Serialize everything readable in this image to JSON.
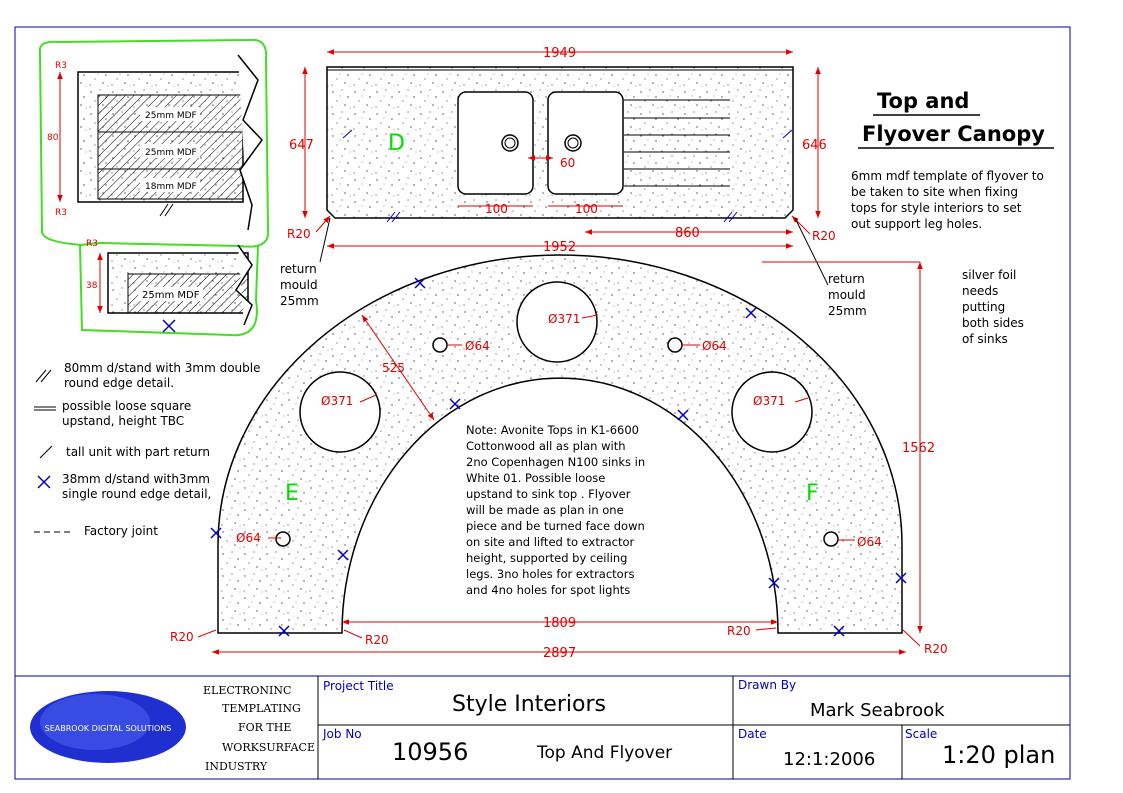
{
  "title": {
    "line1": "Top and",
    "line2": "Flyover Canopy"
  },
  "template_note": [
    "6mm mdf template of flyover to",
    "be taken to site when fixing",
    "tops for style interiors to set",
    "out support leg holes."
  ],
  "foil_note": [
    "silver foil",
    "needs",
    "putting",
    "both sides",
    "of sinks"
  ],
  "return_mould_left": [
    "return",
    "mould",
    "25mm"
  ],
  "return_mould_right": [
    "return",
    "mould",
    "25mm"
  ],
  "main_note": [
    "Note:  Avonite Tops in K1-6600",
    "Cottonwood  all as plan with",
    "2no Copenhagen N100 sinks in",
    "White 01. Possible loose",
    "upstand to sink top . Flyover",
    "will be made as plan in one",
    "piece and be turned face down",
    "on site and lifted to extractor",
    "height, supported by ceiling",
    "legs. 3no holes for extractors",
    "and 4no holes for spot lights"
  ],
  "legend": [
    {
      "symbol": "double-slash",
      "lines": [
        "80mm d/stand with 3mm double",
        "round edge detail."
      ]
    },
    {
      "symbol": "double-line",
      "lines": [
        "possible loose square",
        "upstand, height TBC"
      ]
    },
    {
      "symbol": "single-slash",
      "lines": [
        "tall unit with part return"
      ]
    },
    {
      "symbol": "blue-cross",
      "lines": [
        "38mm d/stand with3mm",
        "single round edge detail,"
      ]
    },
    {
      "symbol": "dashed-line",
      "lines": [
        "Factory joint"
      ]
    }
  ],
  "section_labels": {
    "top": "D",
    "left": "E",
    "right": "F"
  },
  "edge_detail_1": {
    "r_top": "R3",
    "r_bottom": "R3",
    "height": "80",
    "layers": [
      "25mm MDF",
      "25mm MDF",
      "18mm MDF"
    ]
  },
  "edge_detail_2": {
    "r_top": "R3",
    "height": "38",
    "layer": "25mm MDF"
  },
  "dims_top": {
    "width_top": "1949",
    "height_left": "647",
    "height_right": "646",
    "width_bottom": "1952",
    "sink_gap": "60",
    "sink_left_offset": "100",
    "sink_right_offset": "100",
    "right_run": "860",
    "r_left": "R20",
    "r_right": "R20"
  },
  "dims_arc": {
    "hole_centre": "Ø371",
    "hole_left": "Ø371",
    "hole_right": "Ø371",
    "spot_top_left": "Ø64",
    "spot_top_right": "Ø64",
    "spot_bottom_left": "Ø64",
    "spot_bottom_right": "Ø64",
    "band_width": "525",
    "height": "1562",
    "inner_width": "1809",
    "outer_width": "2897",
    "r_outer_left": "R20",
    "r_inner_left": "R20",
    "r_inner_right": "R20",
    "r_outer_right": "R20"
  },
  "title_block": {
    "company_lines": [
      "ELECTRONINC",
      "TEMPLATING",
      "FOR THE",
      "WORKSURFACE",
      "INDUSTRY"
    ],
    "logo_text": "SEABROOK DIGITAL SOLUTIONS",
    "project_title_label": "Project Title",
    "project_title": "Style Interiors",
    "drawn_by_label": "Drawn By",
    "drawn_by": "Mark Seabrook",
    "job_no_label": "Job No",
    "job_no": "10956",
    "job_desc": "Top And Flyover",
    "date_label": "Date",
    "date": "12:1:2006",
    "scale_label": "Scale",
    "scale": "1:20 plan"
  },
  "colors": {
    "dimension": "#e00000",
    "label": "#00e000",
    "cross": "#0000c0",
    "hatch_border": "#44dd22",
    "frame": "#0000a0"
  }
}
